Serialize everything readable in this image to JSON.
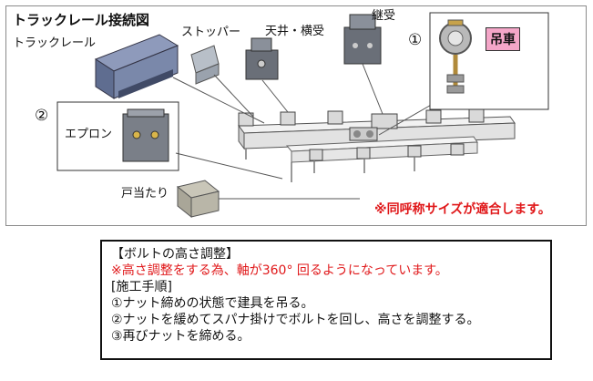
{
  "diagram": {
    "title": "トラックレール接続図",
    "labels": {
      "track_rail": "トラックレール",
      "stopper": "ストッパー",
      "ceiling_side": "天井・横受",
      "joint": "継受",
      "apron": "エプロン",
      "door_stop": "戸当たり",
      "hanger": "吊車"
    },
    "markers": {
      "one": "①",
      "two": "②"
    },
    "note": "※同呼称サイズが適合します。"
  },
  "instructions": {
    "heading": "【ボルトの高さ調整】",
    "warning": "※高さ調整をする為、軸が360° 回るようになっています。",
    "procedure_heading": "[施工手順]",
    "steps": [
      "①ナット締めの状態で建具を吊る。",
      "②ナットを緩めてスパナ掛けでボルトを回し、高さを調整する。",
      "③再びナットを締める。"
    ]
  },
  "colors": {
    "accent_red": "#e0181a",
    "pill_pink": "#f4a6c8",
    "rail_blue": "#7a88aa"
  }
}
